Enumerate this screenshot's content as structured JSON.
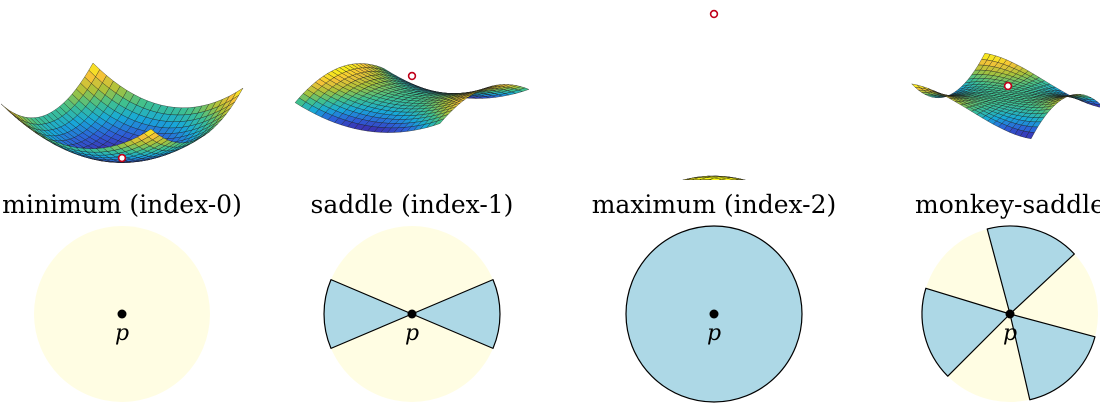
{
  "colors": {
    "disk_background": "#fffde3",
    "descending_region": "#add8e6",
    "outline": "#000000",
    "critical_point_ring": "#c0001a",
    "colormap": [
      "#3e26a8",
      "#2d5fd8",
      "#17a9d9",
      "#3fc08f",
      "#a9c23a",
      "#f5c337",
      "#f9fb15"
    ]
  },
  "panels": [
    {
      "caption": "minimum (index-0)",
      "surface": "minimum",
      "point_label": "p",
      "descending_sectors": [],
      "full_disk_descending": false
    },
    {
      "caption": "saddle (index-1)",
      "surface": "saddle",
      "point_label": "p",
      "descending_sectors": [
        [
          -23,
          23
        ],
        [
          157,
          203
        ]
      ],
      "full_disk_descending": false
    },
    {
      "caption": "maximum (index-2)",
      "surface": "maximum",
      "point_label": "p",
      "descending_sectors": [],
      "full_disk_descending": true
    },
    {
      "caption": "monkey-saddle",
      "surface": "monkey-saddle",
      "point_label": "p",
      "descending_sectors": [
        [
          -77,
          -15
        ],
        [
          43,
          105
        ],
        [
          163,
          225
        ]
      ],
      "full_disk_descending": false
    }
  ]
}
